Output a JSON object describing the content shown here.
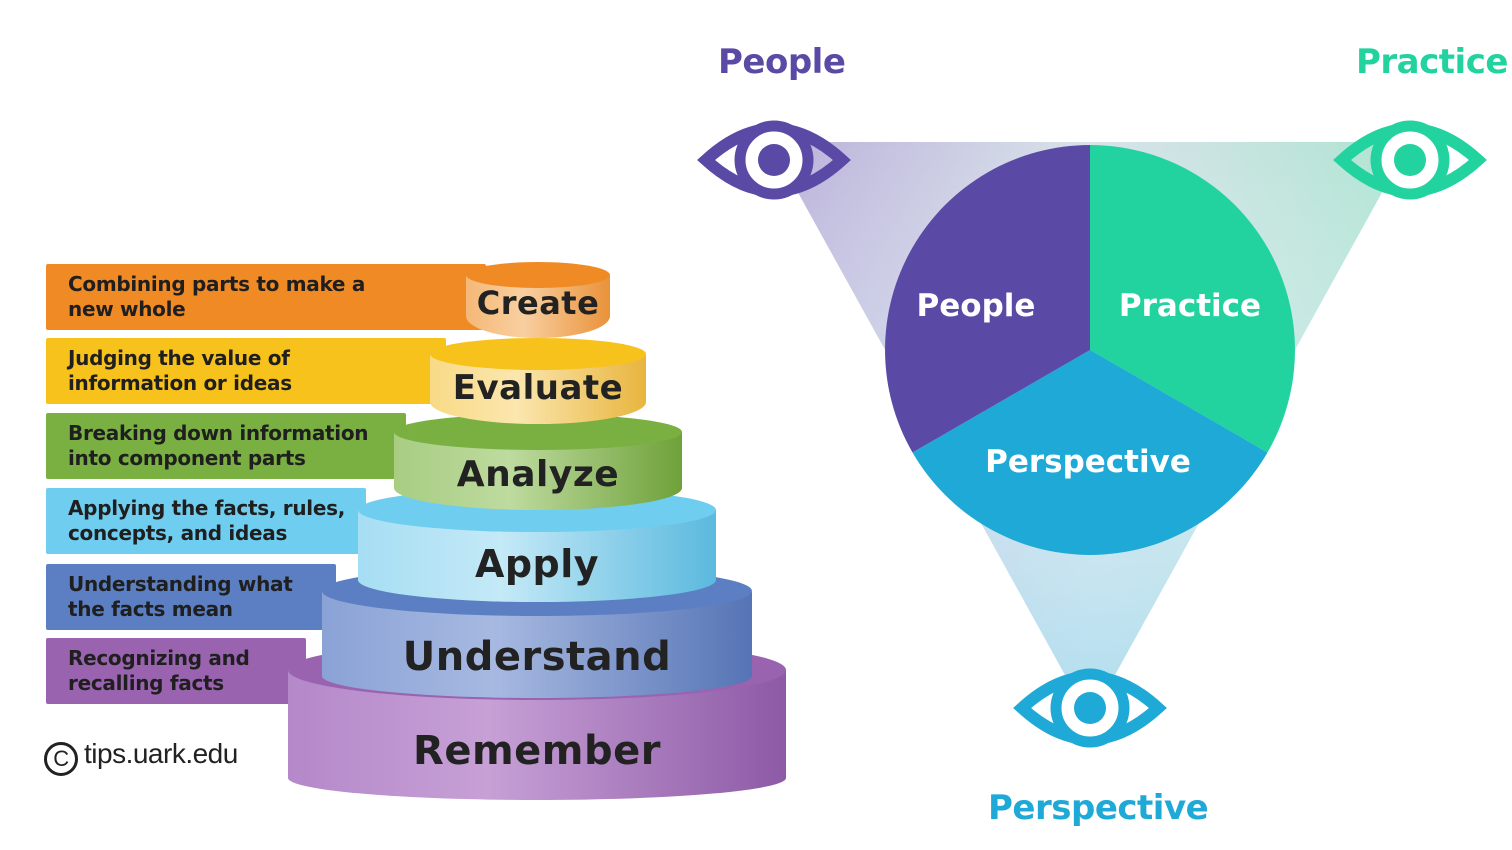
{
  "bloom": {
    "levels": [
      {
        "name": "Create",
        "desc1": "Combining parts to make a",
        "desc2": "new whole",
        "color": "#f08a24",
        "cyl_color": "#f2a54d"
      },
      {
        "name": "Evaluate",
        "desc1": "Judging the value of",
        "desc2": "information or ideas",
        "color": "#f7c21c",
        "cyl_color": "#f5cc5a"
      },
      {
        "name": "Analyze",
        "desc1": "Breaking down information",
        "desc2": "into component parts",
        "color": "#79b041",
        "cyl_color": "#95c063"
      },
      {
        "name": "Apply",
        "desc1": "Applying the facts, rules,",
        "desc2": "concepts, and ideas",
        "color": "#6fcdf0",
        "cyl_color": "#8fd4ef"
      },
      {
        "name": "Understand",
        "desc1": "Understanding what",
        "desc2": "the facts mean",
        "color": "#5b7fc2",
        "cyl_color": "#7490cc"
      },
      {
        "name": "Remember",
        "desc1": "Recognizing and",
        "desc2": "recalling facts",
        "color": "#9a63b0",
        "cyl_color": "#ae7cc4"
      }
    ],
    "copyright": "tips.uark.edu",
    "copyright_symbol": "C"
  },
  "threep": {
    "corners": {
      "people": "People",
      "practice": "Practice",
      "perspective": "Perspective"
    },
    "pie": {
      "people": "People",
      "practice": "Practice",
      "perspective": "Perspective"
    },
    "colors": {
      "people": "#5a4aa6",
      "practice": "#22d3a0",
      "perspective": "#1ea9d6"
    }
  }
}
